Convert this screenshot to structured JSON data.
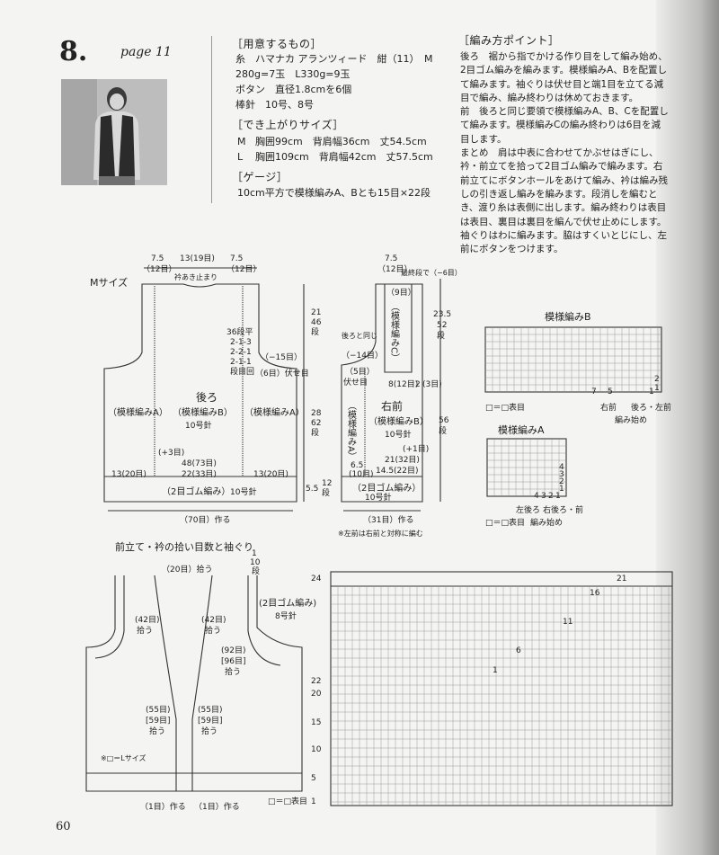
{
  "header": {
    "number": "8.",
    "page_ref": "page 11"
  },
  "materials": {
    "title": "［用意するもの］",
    "lines": [
      "糸　ハマナカ アランツィード　紺（11）　M",
      "280g=7玉　L330g=9玉",
      "ボタン　直径1.8cmを6個",
      "棒針　10号、8号"
    ]
  },
  "size": {
    "title": "［でき上がりサイズ］",
    "rows": [
      {
        "label": "M",
        "text": "胸囲99cm　背肩幅36cm　丈54.5cm"
      },
      {
        "label": "L",
        "text": "胸囲109cm　背肩幅42cm　丈57.5cm"
      }
    ]
  },
  "gauge": {
    "title": "［ゲージ］",
    "text": "10cm平方で模様編みA、Bとも15目×22段"
  },
  "points": {
    "title": "［編み方ポイント］",
    "paragraphs": [
      "後ろ　裾から指でかける作り目をして編み始め、2目ゴム編みを編みます。模様編みA、Bを配置して編みます。袖ぐりは伏せ目と端1目を立てる減目で編み、編み終わりは休めておきます。",
      "前　後ろと同じ要領で模様編みA、B、Cを配置して編みます。模様編みCの編み終わりは6目を減目します。",
      "まとめ　肩は中表に合わせてかぶせはぎにし、衿・前立てを拾って2目ゴム編みで編みます。右前立てにボタンホールをあけて編み、衿は編み残しの引き返し編みを編みます。段消しを編むとき、渡り糸は表側に出します。編み終わりは表目は表目、裏目は裏目を編んで伏せ止めにします。袖ぐりはわに編みます。脇はすくいとじにし、左前にボタンをつけます。"
    ]
  },
  "back": {
    "size_label": "Mサイズ",
    "title": "後ろ",
    "center": "（模様編みB）",
    "needle": "10号針",
    "side_left": "（模様編みA）",
    "side_right": "（模様編みA）",
    "top_widths": [
      "7.5",
      "（12目）",
      "13(19目)",
      "7.5",
      "（12目）"
    ],
    "neck_note": "衿あき止まり",
    "armhole_note": [
      "36段平",
      "2-1-3",
      "2-2-1",
      "2-1-1",
      "段目回"
    ],
    "armhole_minus": "（−15目）",
    "bindoff": "（6目）伏せ目",
    "ribbing": "（2目ゴム編み）",
    "rib_needle": "10号針",
    "bottom_counts": [
      "13(20目)",
      "(+3目)",
      "48(73目)",
      "22(33目)",
      "13(20目)"
    ],
    "cast_on": "（70目）作る",
    "heights": [
      "21",
      "46",
      "段",
      "28",
      "62",
      "段",
      "5.5",
      "12",
      "段"
    ]
  },
  "front": {
    "title": "右前",
    "left_pattern": "（模様編みA）",
    "center": "（模様編みB）",
    "needle": "10号針",
    "c_pattern": "（模様編みC）",
    "top_width": [
      "7.5",
      "（12目）"
    ],
    "last_row": "最終段で（−6目）",
    "c_count": "（9目）",
    "neck_same": "後ろと同じ",
    "minus14": "（−14目）",
    "bindoff5": "（5目）",
    "bindoff_label": "伏せ目",
    "count_8": "8(12目)",
    "count_2": "2",
    "count_3": "(3目)",
    "plus1": "(+1目)",
    "count_21": "21(32目)",
    "count_65": "6.5",
    "count_10": "(10目)",
    "count_145": "14.5(22目)",
    "ribbing": "（2目ゴム編み）",
    "rib_needle": "10号針",
    "cast_on": "（31目）作る",
    "note": "※左前は右前と対称に編む",
    "heights": [
      "23.5",
      "52",
      "段",
      "56",
      "段"
    ]
  },
  "chart_b": {
    "title": "模様編みB",
    "legend": "□＝□表目",
    "cols": [
      "7",
      "5",
      "1"
    ],
    "left": "右前",
    "right": "後ろ・左前",
    "start": "編み始め",
    "rows": [
      "2",
      "1"
    ]
  },
  "chart_a": {
    "title": "模様編みA",
    "cols": [
      "4",
      "3",
      "2",
      "1"
    ],
    "rows": [
      "4",
      "3",
      "2",
      "1"
    ],
    "left": "左後ろ",
    "right": "右後ろ・前",
    "start": "編み始め",
    "legend": "□＝□表目"
  },
  "finishing": {
    "title": "前立て・衿の拾い目数と袖ぐり",
    "top_count": "（20目）拾う",
    "count_42a": "(42目)",
    "count_42b": "(42目)",
    "pick": "拾う",
    "rib_label": "(2目ゴム編み)",
    "rib_needle": "8号針",
    "count_92": "(92目)",
    "count_96": "[96目]",
    "count_55a": "(55目)",
    "count_59a": "[59目]",
    "count_55b": "(55目)",
    "count_59b": "[59目]",
    "l_size_note": "※□＝Lサイズ",
    "dim_top": [
      "1",
      "10",
      "段"
    ],
    "cast_one_a": "（1目）作る",
    "cast_one_b": "（1目）作る"
  },
  "big_chart": {
    "left_rows": [
      "24",
      "22",
      "20",
      "15",
      "10",
      "5",
      "1"
    ],
    "steps": [
      "1",
      "6",
      "11",
      "16",
      "21"
    ],
    "legend": "□＝□表目"
  },
  "page_number": "60"
}
